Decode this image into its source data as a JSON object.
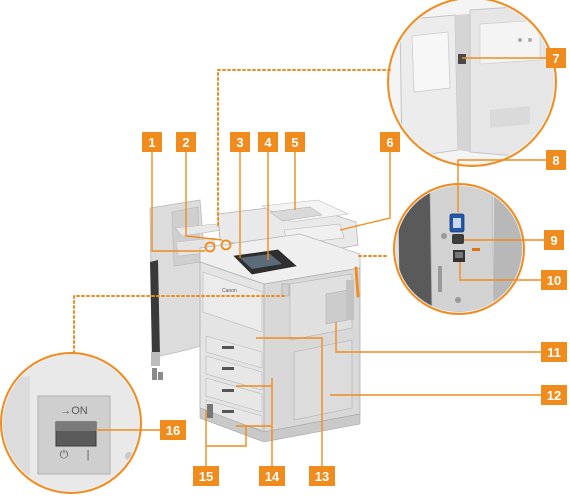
{
  "diagram": {
    "accent_color": "#f08c1e",
    "brand_label": "Canon",
    "power_switch": {
      "on_label": "→ON",
      "standby_symbol": "⏻",
      "on_symbol": "|"
    },
    "callouts": [
      {
        "id": "1",
        "label": "1"
      },
      {
        "id": "2",
        "label": "2"
      },
      {
        "id": "3",
        "label": "3"
      },
      {
        "id": "4",
        "label": "4"
      },
      {
        "id": "5",
        "label": "5"
      },
      {
        "id": "6",
        "label": "6"
      },
      {
        "id": "7",
        "label": "7"
      },
      {
        "id": "8",
        "label": "8"
      },
      {
        "id": "9",
        "label": "9"
      },
      {
        "id": "10",
        "label": "10"
      },
      {
        "id": "11",
        "label": "11"
      },
      {
        "id": "12",
        "label": "12"
      },
      {
        "id": "13",
        "label": "13"
      },
      {
        "id": "14",
        "label": "14"
      },
      {
        "id": "15",
        "label": "15"
      },
      {
        "id": "16",
        "label": "16"
      }
    ]
  }
}
